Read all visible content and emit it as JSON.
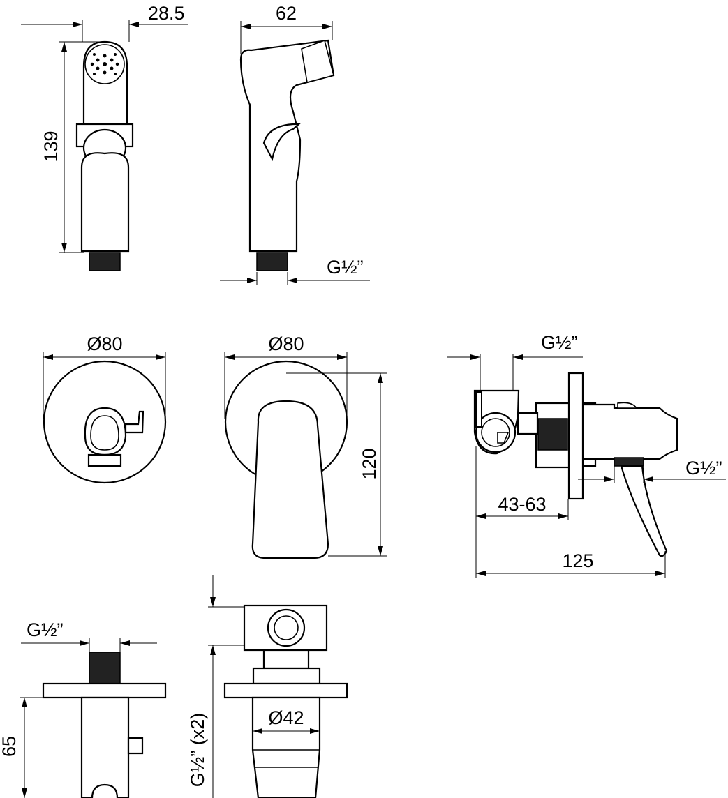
{
  "handset_front": {
    "width_label": "28.5",
    "height_label": "139"
  },
  "handset_side": {
    "depth_label": "62",
    "thread_label": "G½”"
  },
  "holder_plate_front": {
    "diameter_label": "Ø80"
  },
  "valve_front": {
    "diameter_label": "Ø80",
    "height_label": "120"
  },
  "valve_side": {
    "inlet_label": "G½”",
    "outlet_label": "G½”",
    "wall_depth_label": "43-63",
    "length_label": "125"
  },
  "holder_side": {
    "thread_label": "G½”",
    "height_label": "65"
  },
  "connector_side": {
    "diameter_label": "Ø42",
    "thread_label": "G½” (x2)"
  }
}
